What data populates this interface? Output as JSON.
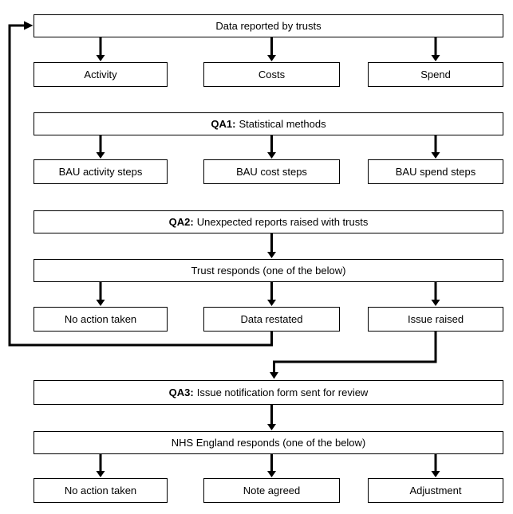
{
  "diagram": {
    "type": "flowchart",
    "colors": {
      "background": "#ffffff",
      "box_fill": "#ffffff",
      "line": "#000000",
      "text": "#000000"
    },
    "nodes": {
      "data_reported": {
        "label": "Data reported by trusts"
      },
      "activity": {
        "label": "Activity"
      },
      "costs": {
        "label": "Costs"
      },
      "spend": {
        "label": "Spend"
      },
      "qa1": {
        "prefix": "QA1:",
        "label": "Statistical methods"
      },
      "bau_activity": {
        "label": "BAU activity steps"
      },
      "bau_cost": {
        "label": "BAU cost steps"
      },
      "bau_spend": {
        "label": "BAU spend steps"
      },
      "qa2": {
        "prefix": "QA2:",
        "label": "Unexpected reports raised with trusts"
      },
      "trust_responds": {
        "label": "Trust responds (one of the below)"
      },
      "trust_no_action": {
        "label": "No action taken"
      },
      "data_restated": {
        "label": "Data restated"
      },
      "issue_raised": {
        "label": "Issue raised"
      },
      "qa3": {
        "prefix": "QA3:",
        "label": "Issue notification form sent for review"
      },
      "nhs_responds": {
        "label": "NHS England responds (one of the below)"
      },
      "nhs_no_action": {
        "label": "No action taken"
      },
      "note_agreed": {
        "label": "Note agreed"
      },
      "adjustment": {
        "label": "Adjustment"
      }
    },
    "edges": [
      {
        "from": "data_reported",
        "to": "activity",
        "type": "arrow"
      },
      {
        "from": "data_reported",
        "to": "costs",
        "type": "arrow"
      },
      {
        "from": "data_reported",
        "to": "spend",
        "type": "arrow"
      },
      {
        "from": "qa1",
        "to": "bau_activity",
        "type": "arrow"
      },
      {
        "from": "qa1",
        "to": "bau_cost",
        "type": "arrow"
      },
      {
        "from": "qa1",
        "to": "bau_spend",
        "type": "arrow"
      },
      {
        "from": "qa2",
        "to": "trust_responds",
        "type": "arrow"
      },
      {
        "from": "trust_responds",
        "to": "trust_no_action",
        "type": "arrow"
      },
      {
        "from": "trust_responds",
        "to": "data_restated",
        "type": "arrow"
      },
      {
        "from": "trust_responds",
        "to": "issue_raised",
        "type": "arrow"
      },
      {
        "from": "data_restated",
        "to": "data_reported",
        "type": "feedback-loop"
      },
      {
        "from": "issue_raised",
        "to": "qa3",
        "type": "elbow-arrow"
      },
      {
        "from": "qa3",
        "to": "nhs_responds",
        "type": "arrow"
      },
      {
        "from": "nhs_responds",
        "to": "nhs_no_action",
        "type": "arrow"
      },
      {
        "from": "nhs_responds",
        "to": "note_agreed",
        "type": "arrow"
      },
      {
        "from": "nhs_responds",
        "to": "adjustment",
        "type": "arrow"
      }
    ]
  }
}
